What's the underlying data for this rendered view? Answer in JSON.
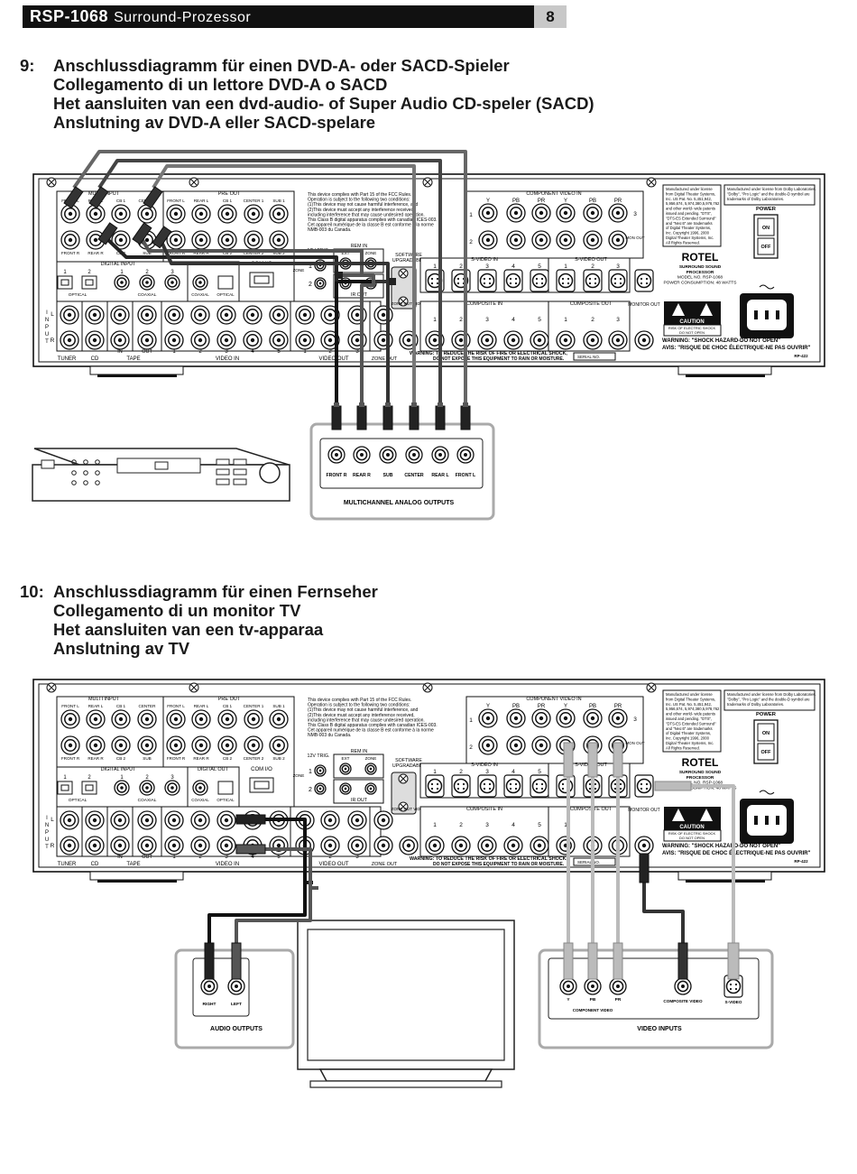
{
  "header": {
    "model": "RSP-1068",
    "subtitle": "Surround-Prozessor",
    "page": "8"
  },
  "section9": {
    "number": "9:",
    "lines": [
      "Anschlussdiagramm für einen DVD-A- oder SACD-Spieler",
      "Collegamento di un lettore DVD-A o SACD",
      "Het aansluiten van een dvd-audio- of Super Audio CD-speler (SACD)",
      "Anslutning av DVD-A eller SACD-spelare"
    ],
    "player_jacks": [
      "FRONT R",
      "REAR R",
      "SUB",
      "CENTER",
      "REAR L",
      "FRONT L"
    ],
    "player_panel_title": "MULTICHANNEL ANALOG OUTPUTS"
  },
  "section10": {
    "number": "10:",
    "lines": [
      "Anschlussdiagramm für einen Fernseher",
      "Collegamento di un monitor TV",
      "Het aansluiten van een tv-apparaa",
      "Anslutning av TV"
    ],
    "audio_jacks": [
      "RIGHT",
      "LEFT"
    ],
    "audio_panel_title": "AUDIO OUTPUTS",
    "video_jacks": [
      "Y",
      "PB",
      "PR",
      "COMPOSITE VIDEO",
      "S-VIDEO"
    ],
    "component_label": "COMPONENT VIDEO",
    "video_panel_title": "VIDEO INPUTS"
  },
  "panel": {
    "multi_input": "MULTI INPUT",
    "pre_out": "PRE OUT",
    "mi_top": [
      "FRONT L",
      "REAR L",
      "CB 1",
      "CENTER"
    ],
    "mi_bot": [
      "FRONT R",
      "REAR R",
      "CB 2",
      "SUB"
    ],
    "po_top": [
      "FRONT L",
      "REAR L",
      "CB 1",
      "CENTER 1",
      "SUB 1"
    ],
    "po_bot": [
      "FRONT R",
      "REAR R",
      "CB 2",
      "CENTER 2",
      "SUB 2"
    ],
    "fcc_lines": [
      "This device complies with Part 15 of the FCC Rules.",
      "Operation is subject to the following two conditions:",
      "(1)This device may not cause harmful interference, and",
      "(2)This device must accept any interference received,",
      "including interference that may cause undesired operation.",
      "This Class B digital apparatus complies with canadian ICES-003.",
      "Cet appareil numérique de la classe B est conforme à la norme",
      "NMB-003 du Canada."
    ],
    "component_video_in": "COMPONENT VIDEO IN",
    "comp_cols": [
      "Y",
      "PB",
      "PR",
      "Y",
      "PB",
      "PR"
    ],
    "comp_rows": [
      "1",
      "2",
      "3"
    ],
    "mon_out": "MON OUT",
    "license_dts_lines": [
      "Manufactured under license",
      "from Digital Theater Systems,",
      "Inc. US Pat. No. 5,451,942,",
      "5,956,674, 5,974,380,5,978,762",
      "and other world- wide patents",
      "issued and pending. \"DTS\",",
      "\"DTS-ES Extended Surround\"",
      "and \"Neo:6\" are trademarks",
      "of Digital Theater Systems,",
      "Inc. Copyright 1996, 2000",
      "Digital Theater Systems, Inc.",
      "All Rights Reserved."
    ],
    "license_dolby_lines": [
      "Manufactured under license from Dolby Laboratories.",
      "\"Dolby\", \"Pro Logic\" and the double-D symbol are",
      "trademarks of Dolby Laboratories."
    ],
    "power": "POWER",
    "on": "ON",
    "off": "OFF",
    "brand": "ROTEL",
    "model_lines": [
      "SURROUND SOUND",
      "PROCESSOR",
      "MODEL NO. RSP-1068",
      "POWER CONSUMPTION: 48 WATTS"
    ],
    "trig": "12V TRIG.",
    "rem_in": "REM IN",
    "ext": "EXT",
    "zone": "ZONE",
    "ir_out": "IR OUT",
    "software": "SOFTWARE",
    "upgradable": "UPGRADABLE",
    "svideo_in": "S-VIDEO IN",
    "svideo_out": "S-VIDEO OUT",
    "svin_nums": [
      "1",
      "2",
      "3",
      "4",
      "5"
    ],
    "svout_nums": [
      "1",
      "2",
      "3"
    ],
    "digital_input": "DIGITAL INPUT",
    "digital_out": "DIGITAL OUT",
    "com_io": "COM I/O",
    "optical": "OPTICAL",
    "coaxial": "COAXIAL",
    "dig_nums": [
      "1",
      "2",
      "1",
      "2",
      "3"
    ],
    "input_vertical": "INPUT",
    "lr": [
      "L",
      "R"
    ],
    "bottom_labels": [
      "TUNER",
      "CD",
      "IN",
      "OUT",
      "TAPE",
      "VIDEO IN",
      "VIDEO OUT",
      "ZONE OUT"
    ],
    "video_in_nums": [
      "1",
      "2",
      "3",
      "4",
      "5"
    ],
    "video_out_nums": [
      "1",
      "2",
      "3"
    ],
    "zone_out_video": "ZONE OUT VIDEO",
    "composite_in": "COMPOSITE IN",
    "composite_out": "COMPOSITE OUT",
    "monitor_out": "MONITOR OUT",
    "comp_in_nums": [
      "1",
      "2",
      "3",
      "4",
      "5"
    ],
    "comp_out_nums": [
      "1",
      "2",
      "3"
    ],
    "caution": "CAUTION",
    "caution_lines": [
      "RISK OF ELECTRIC SHOCK",
      "DO NOT OPEN"
    ],
    "warning_en": "WARNING: \"SHOCK HAZARD-DO NOT OPEN\"",
    "warning_fr": "AVIS: \"RISQUE DE CHOC ÉLECTRIQUE-NE PAS OUVRIR\"",
    "warning_fire_1": "WARNING: TO REDUCE THE RISK OF FIRE OR ELECTRICAL SHOCK,",
    "warning_fire_2": "DO NOT EXPOSE THIS EQUIPMENT TO RAIN OR MOISTURE.",
    "serial": "SERIAL NO.",
    "rp": "RP-422"
  }
}
